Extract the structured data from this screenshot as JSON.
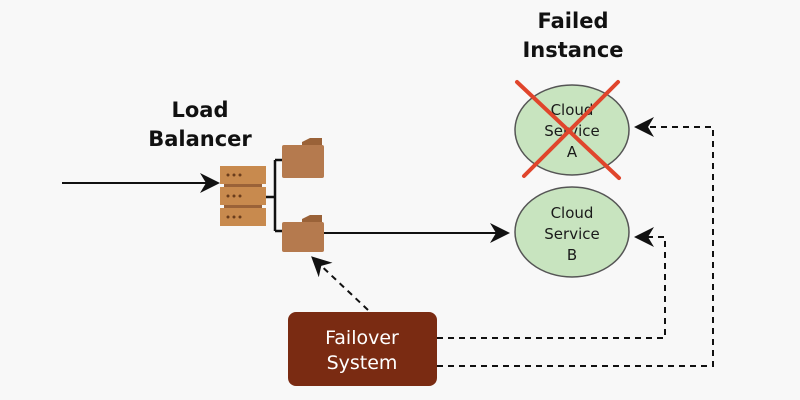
{
  "labels": {
    "load_balancer_line1": "Load",
    "load_balancer_line2": "Balancer",
    "failed_line1": "Failed",
    "failed_line2": "Instance"
  },
  "services": [
    {
      "line1": "Cloud",
      "line2": "Service",
      "line3": "A",
      "failed": true
    },
    {
      "line1": "Cloud",
      "line2": "Service",
      "line3": "B",
      "failed": false
    }
  ],
  "failover": {
    "line1": "Failover",
    "line2": "System"
  },
  "colors": {
    "service_fill": "#c8e4bf",
    "failover_fill": "#7a2b12",
    "folder": "#b57a4e",
    "server": "#c88a4e",
    "cross": "#e0452c"
  }
}
